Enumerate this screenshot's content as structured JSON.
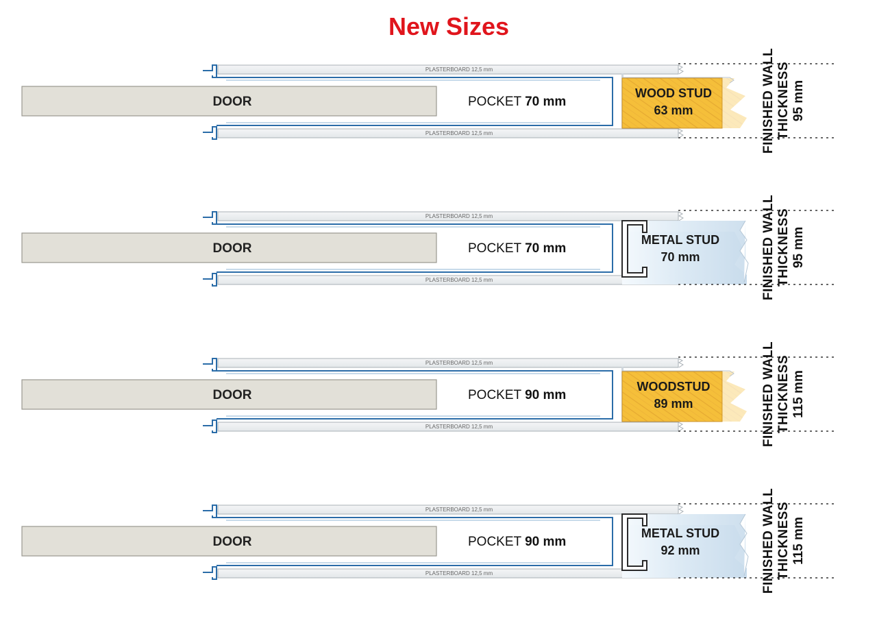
{
  "title": "New Sizes",
  "colors": {
    "title": "#e0151c",
    "door": "#e2e0d8",
    "door_border": "#9a9890",
    "plasterboard": "#eef0f2",
    "frame": "#2a6ca8",
    "wood_stud": "#f5bf3a",
    "wood_grain": "#d9962a",
    "metal_stud": "#dbe9f4"
  },
  "rows": [
    {
      "door_label": "DOOR",
      "pocket_label": "POCKET",
      "pocket_size": "70 mm",
      "plasterboard_top": "PLASTERBOARD 12,5 mm",
      "plasterboard_bottom": "PLASTERBOARD 12,5 mm",
      "stud_type": "wood",
      "stud_line1": "WOOD STUD",
      "stud_line2": "63 mm",
      "wall_line1": "FINISHED WALL",
      "wall_line2": "THICKNESS",
      "wall_thickness": "95 mm"
    },
    {
      "door_label": "DOOR",
      "pocket_label": "POCKET",
      "pocket_size": "70 mm",
      "plasterboard_top": "PLASTERBOARD 12,5 mm",
      "plasterboard_bottom": "PLASTERBOARD 12,5 mm",
      "stud_type": "metal",
      "stud_line1": "METAL STUD",
      "stud_line2": "70 mm",
      "wall_line1": "FINISHED WALL",
      "wall_line2": "THICKNESS",
      "wall_thickness": "95 mm"
    },
    {
      "door_label": "DOOR",
      "pocket_label": "POCKET",
      "pocket_size": "90 mm",
      "plasterboard_top": "PLASTERBOARD 12,5 mm",
      "plasterboard_bottom": "PLASTERBOARD 12,5 mm",
      "stud_type": "wood",
      "stud_line1": "WOODSTUD",
      "stud_line2": "89 mm",
      "wall_line1": "FINISHED WALL",
      "wall_line2": "THICKNESS",
      "wall_thickness": "115 mm"
    },
    {
      "door_label": "DOOR",
      "pocket_label": "POCKET",
      "pocket_size": "90 mm",
      "plasterboard_top": "PLASTERBOARD 12,5 mm",
      "plasterboard_bottom": "PLASTERBOARD 12,5 mm",
      "stud_type": "metal",
      "stud_line1": "METAL STUD",
      "stud_line2": "92 mm",
      "wall_line1": "FINISHED WALL",
      "wall_line2": "THICKNESS",
      "wall_thickness": "115 mm"
    }
  ]
}
